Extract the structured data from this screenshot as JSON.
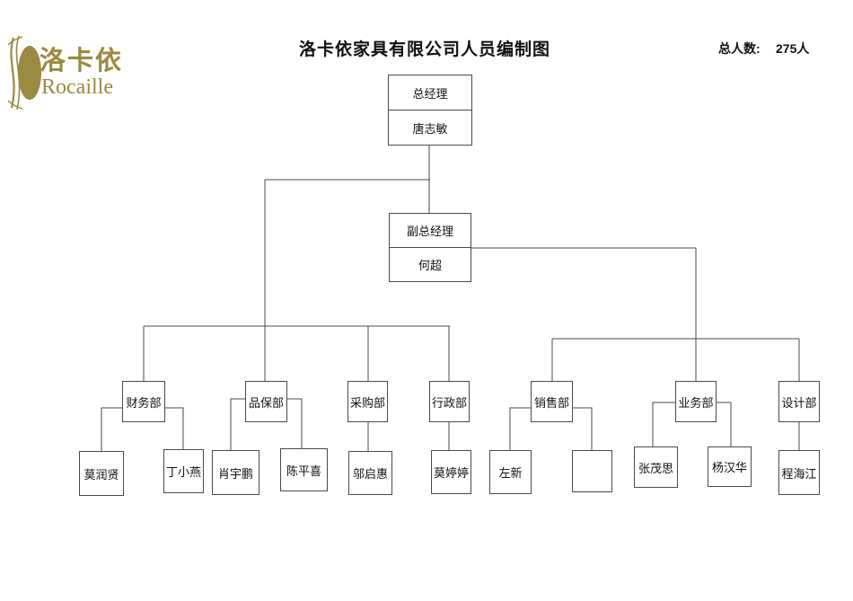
{
  "logo": {
    "cn": "洛卡依",
    "en": "Rocaille"
  },
  "header": {
    "title": "洛卡依家具有限公司人员编制图",
    "headcount_label": "总人数:",
    "headcount_value": "275人"
  },
  "colors": {
    "brand_gold": "#9a8a42",
    "line_gray": "#4a4a4a"
  },
  "chart": {
    "type": "org-chart",
    "root": {
      "title": "总经理",
      "name": "唐志敏"
    },
    "deputy": {
      "title": "副总经理",
      "name": "何超"
    },
    "departments": [
      {
        "label": "财务部",
        "members": [
          "莫润贤",
          "丁小燕"
        ]
      },
      {
        "label": "品保部",
        "members": [
          "肖宇鹏",
          "陈平喜"
        ]
      },
      {
        "label": "采购部",
        "members": [
          "邬启惠"
        ]
      },
      {
        "label": "行政部",
        "members": [
          "莫婷婷"
        ]
      },
      {
        "label": "销售部",
        "members": [
          "左新",
          ""
        ]
      },
      {
        "label": "业务部",
        "members": [
          "张茂思",
          "杨汉华"
        ]
      },
      {
        "label": "设计部",
        "members": [
          "程海江"
        ]
      }
    ]
  }
}
